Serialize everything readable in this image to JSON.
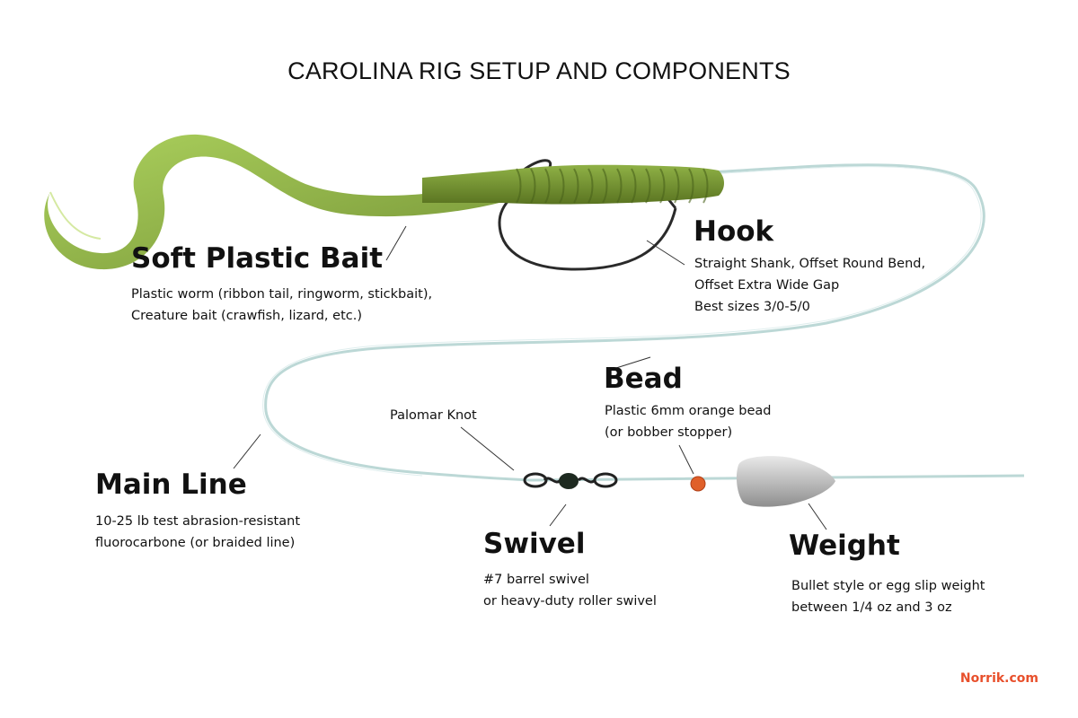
{
  "title": "CAROLINA RIG SETUP AND COMPONENTS",
  "components": {
    "soft_plastic_bait": {
      "heading": "Soft Plastic Bait",
      "lines": [
        "Plastic worm (ribbon tail, ringworm, stickbait),",
        "Creature bait (crawfish, lizard, etc.)"
      ]
    },
    "hook": {
      "heading": "Hook",
      "lines": [
        "Straight Shank, Offset Round Bend,",
        "Offset Extra Wide Gap",
        "Best sizes 3/0-5/0"
      ]
    },
    "bead": {
      "heading": "Bead",
      "lines": [
        "Plastic 6mm orange bead",
        "(or bobber stopper)"
      ]
    },
    "main_line": {
      "heading": "Main Line",
      "lines": [
        "10-25 lb test abrasion-resistant",
        "fluorocarbone (or braided line)"
      ]
    },
    "swivel": {
      "heading": "Swivel",
      "lines": [
        "#7 barrel swivel",
        "or heavy-duty roller swivel"
      ]
    },
    "weight": {
      "heading": "Weight",
      "lines": [
        "Bullet style or egg slip weight",
        "between 1/4 oz and 3 oz"
      ]
    }
  },
  "palomar_knot": "Palomar Knot",
  "credit": "Norrik.com",
  "colors": {
    "line": "#b9d6d6",
    "bait_dark": "#5e7a24",
    "bait_light": "#9ac24a",
    "bead": "#e0602a",
    "weight": "#c8c8c8",
    "credit": "#e8502c"
  }
}
